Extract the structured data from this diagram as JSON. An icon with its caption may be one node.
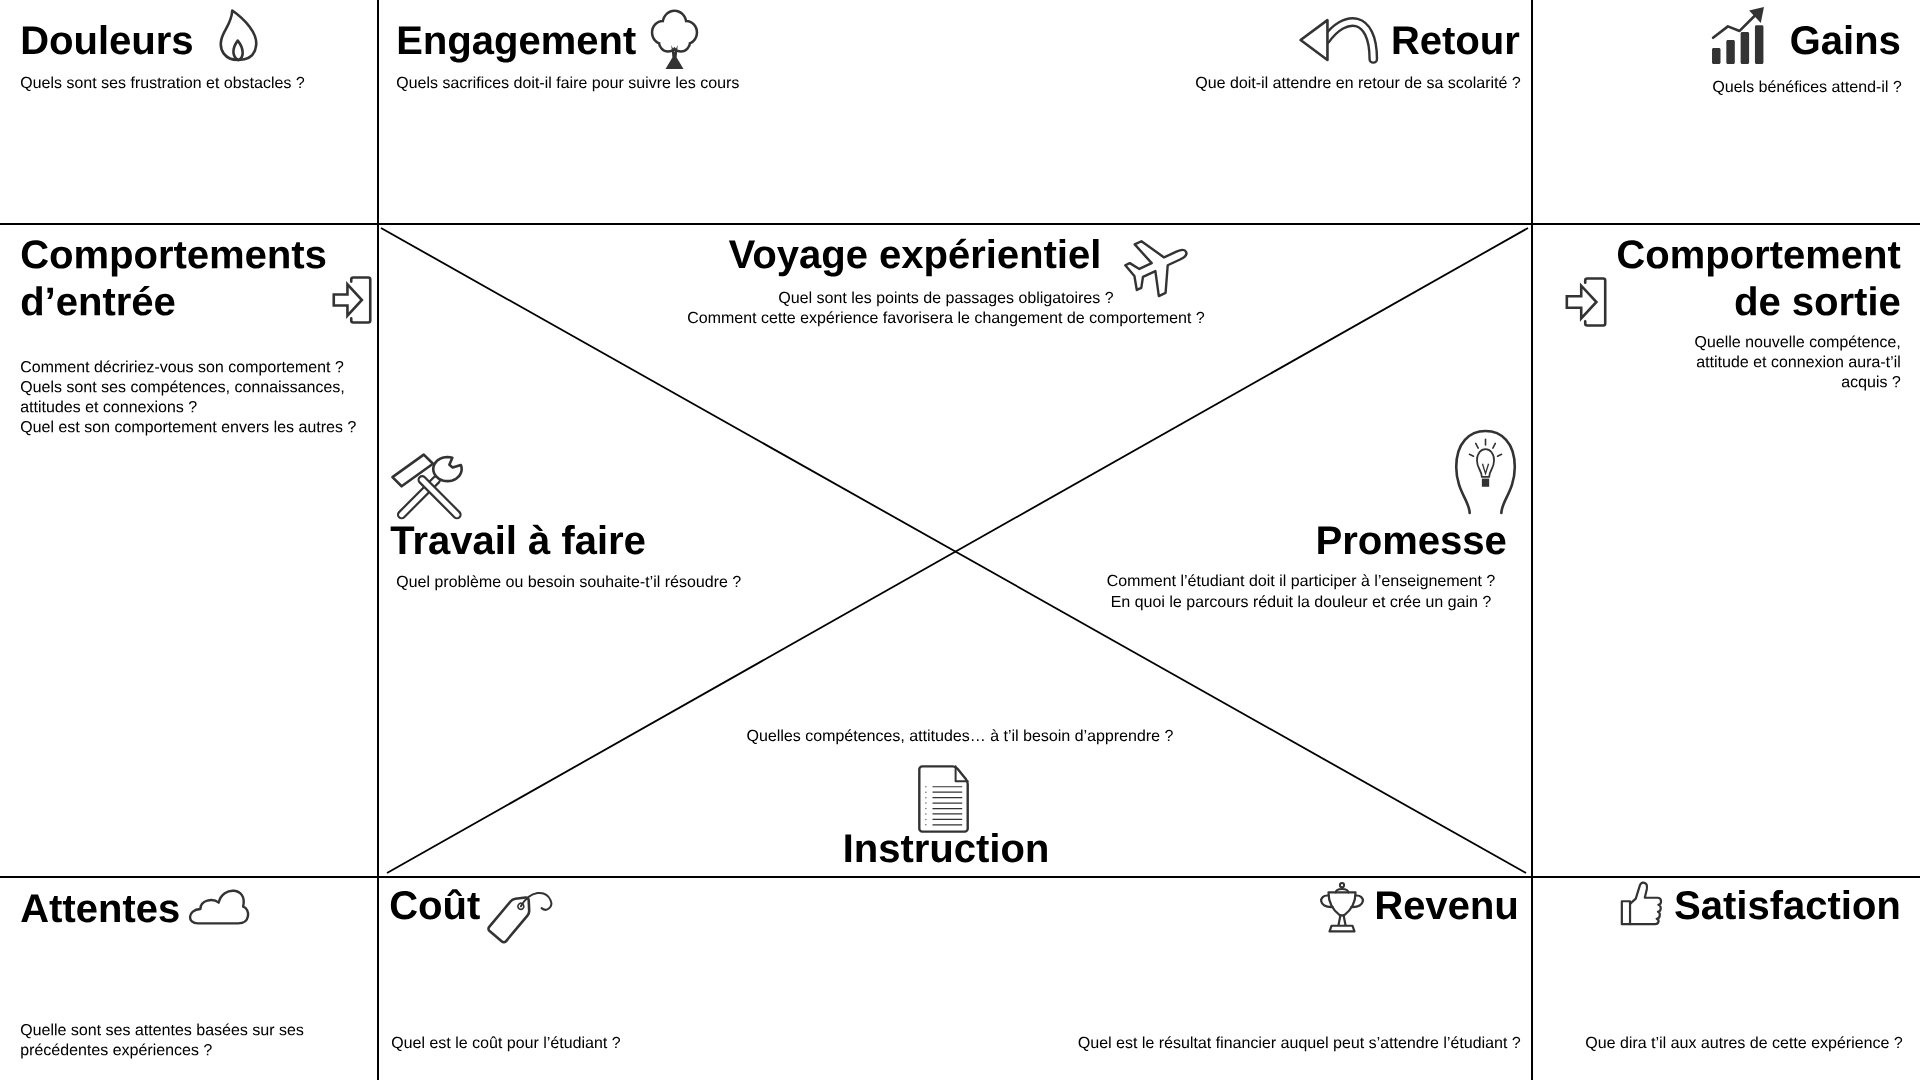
{
  "diagram": {
    "nodes": [
      {
        "text": [
          "Douleurs",
          "Quels sont ses frustration et obstacles ?"
        ]
      },
      {
        "text": [
          "Engagement",
          "Quels sacrifices doit-il faire pour suivre les cours"
        ]
      },
      {
        "text": [
          "Retour",
          "Que doit-il attendre en retour de sa scolarité ?"
        ]
      },
      {
        "text": [
          "Gains",
          "Quels bénéfices attend-il ?"
        ]
      },
      {
        "text": [
          "Comportements d’entrée",
          "Comment décririez-vous son comportement ?",
          "Quels sont ses compétences, connaissances, attitudes et connexions ?",
          "Quel est son comportement envers les autres ?"
        ]
      },
      {
        "text": [
          "Voyage expérientiel",
          "Quel sont les points de passages obligatoires ?",
          "Comment cette expérience favorisera le changement de comportement ?"
        ]
      },
      {
        "text": [
          "Comportement de sortie",
          "Quelle nouvelle compétence, attitude et connexion aura-t’il acquis ?"
        ]
      },
      {
        "text": [
          "Travail à faire",
          "Quel problème ou besoin souhaite-t’il résoudre ?"
        ]
      },
      {
        "text": [
          "Promesse",
          "Comment l’étudiant doit il participer à l’enseignement ?",
          "En quoi le parcours réduit la douleur et crée un gain ?"
        ]
      },
      {
        "text": [
          "Quelles compétences, attitudes… à t’il besoin d’apprendre ?",
          "Instruction"
        ]
      },
      {
        "text": [
          "Attentes"
        ]
      },
      {
        "text": [
          "Coût"
        ]
      },
      {
        "text": [
          "Revenu",
          "Quel est le résultat financier auquel peut s’attendre l’étudiant ?"
        ]
      },
      {
        "text": [
          "Satisfaction",
          "Que dira t’il aux autres de cette expérience ?"
        ]
      },
      {
        "text": [
          "Quelle sont ses attentes basées sur ses précédentes expériences ?"
        ]
      },
      {
        "text": [
          "Quel est le coût pour l’étudiant ?"
        ]
      }
    ]
  }
}
